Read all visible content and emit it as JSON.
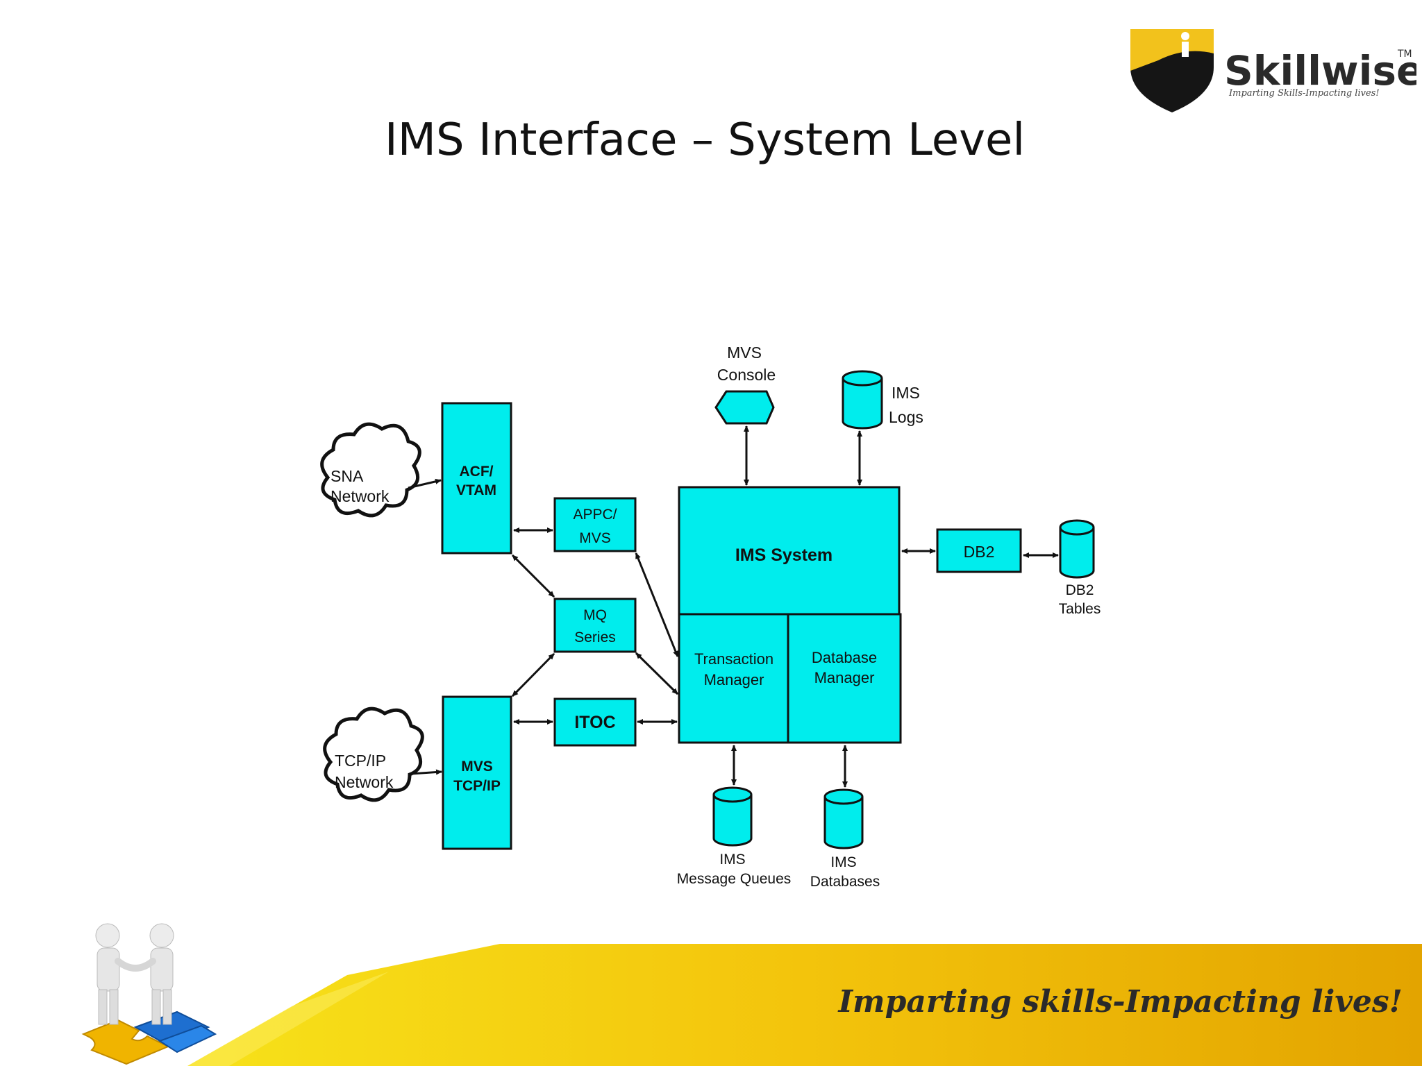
{
  "slide": {
    "title": "IMS Interface – System Level",
    "tagline": "Imparting skills-Impacting lives!"
  },
  "logo": {
    "name": "Skillwise",
    "trademark": "TM",
    "subtitle": "Imparting Skills-Impacting lives!"
  },
  "colors": {
    "box_fill": "#00eded",
    "stroke": "#111111",
    "footer_gold": "#e8b000",
    "footer_yellow": "#f7dd1e",
    "logo_gold": "#f0c020"
  },
  "diagram": {
    "clouds": {
      "sna": [
        "SNA",
        "Network"
      ],
      "tcpip": [
        "TCP/IP",
        "Network"
      ]
    },
    "boxes": {
      "acf_vtam": [
        "ACF/",
        "VTAM"
      ],
      "mvs_tcpip": [
        "MVS",
        "TCP/IP"
      ],
      "appc_mvs": [
        "APPC/",
        "MVS"
      ],
      "mq_series": [
        "MQ",
        "Series"
      ],
      "itoc": "ITOC",
      "ims_system": "IMS System",
      "transaction_manager": [
        "Transaction",
        "Manager"
      ],
      "database_manager": [
        "Database",
        "Manager"
      ],
      "db2": "DB2"
    },
    "console": {
      "label": [
        "MVS",
        "Console"
      ]
    },
    "cylinders": {
      "ims_logs": [
        "IMS",
        "Logs"
      ],
      "db2_tables": [
        "DB2",
        "Tables"
      ],
      "ims_message_queues": [
        "IMS",
        "Message Queues"
      ],
      "ims_databases": [
        "IMS",
        "Databases"
      ]
    }
  }
}
